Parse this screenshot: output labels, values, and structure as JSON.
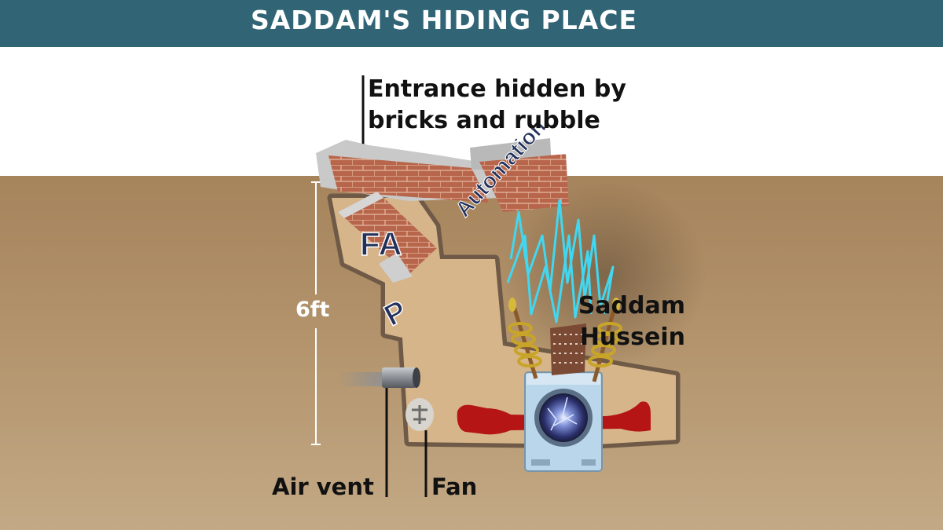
{
  "header": {
    "title": "SADDAM'S HIDING PLACE"
  },
  "labels": {
    "entrance": {
      "line1": "Entrance hidden by",
      "line2": "bricks and rubble"
    },
    "person": {
      "line1": "Saddam",
      "line2": "Hussein"
    },
    "air_vent": "Air vent",
    "fan": "Fan",
    "depth": "6ft"
  },
  "rubble_text": {
    "automation": "Automation",
    "fa": "FA",
    "p": "P"
  },
  "colors": {
    "title_bar": "#316576",
    "ground": "#a6845c",
    "hole": "#d7b58a",
    "outline": "#6e5a47",
    "body": "#b51515",
    "brick": "#b8664b"
  }
}
